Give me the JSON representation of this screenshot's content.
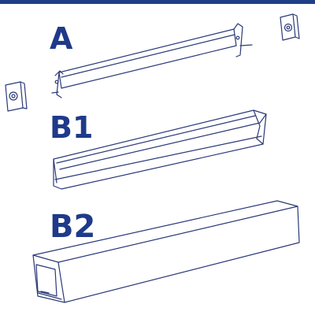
{
  "labels": {
    "a": "A",
    "b1": "B1",
    "b2": "B2"
  },
  "colors": {
    "line": "#2b3a78",
    "label": "#1f3a8a",
    "top_bar": "#1f3f86",
    "background": "#ffffff"
  }
}
